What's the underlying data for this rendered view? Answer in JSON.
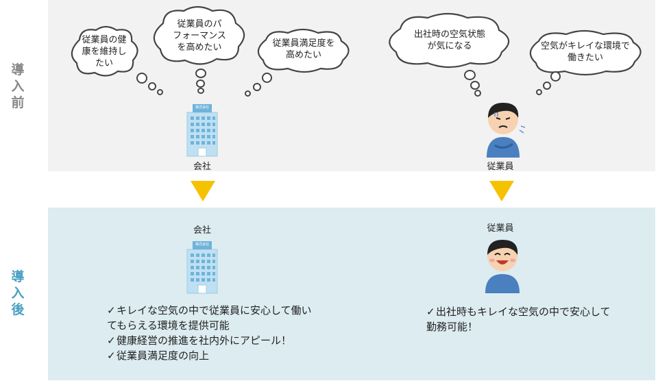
{
  "side_labels": {
    "before": "導\n入\n前",
    "after": "導\n入\n後"
  },
  "before": {
    "company_thoughts": [
      "従業員の健\n康を維持し\nたい",
      "従業員のパ\nフォーマンス\nを高めたい",
      "従業員満足度を\n高めたい"
    ],
    "employee_thoughts": [
      "出社時の空気状態\nが気になる",
      "空気がキレイな環境で\n働きたい"
    ],
    "company_caption": "会社",
    "employee_caption": "従業員",
    "company_sign": "株式会社"
  },
  "after": {
    "company_caption": "会社",
    "employee_caption": "従業員",
    "company_sign": "株式会社",
    "company_benefits": [
      "キレイな空気の中で従業員に安心して働い\nてもらえる環境を提供可能",
      "健康経営の推進を社内外にアピール！",
      "従業員満足度の向上"
    ],
    "employee_benefits": [
      "出社時もキレイな空気の中で安心して\n勤務可能！"
    ],
    "check_mark": "✓"
  },
  "colors": {
    "arrow": "#f5c200",
    "before_bg": "#f2f2f2",
    "after_bg": "#dcecf1",
    "after_label": "#4a9fc4",
    "before_label": "#888888"
  }
}
